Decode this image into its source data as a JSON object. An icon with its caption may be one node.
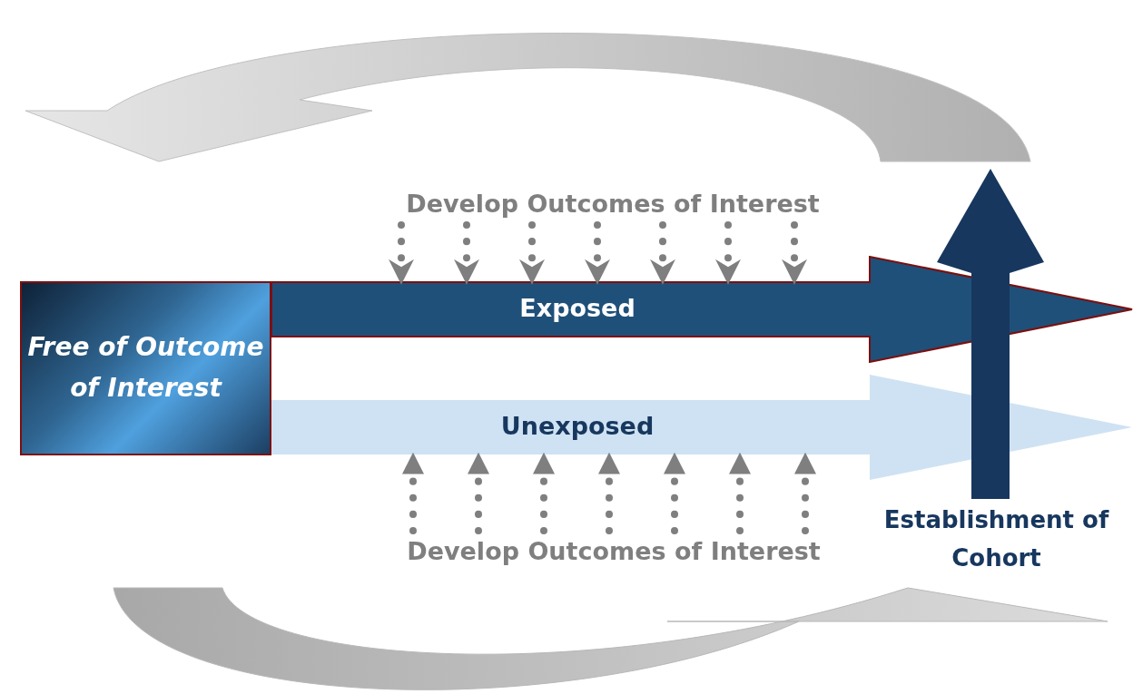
{
  "diagram": {
    "nodes": [
      {
        "text": [
          "Free of Outcome of Interest"
        ]
      },
      {
        "text": [
          "Exposed"
        ]
      },
      {
        "text": [
          "Unexposed"
        ]
      },
      {
        "text": [
          "Develop Outcomes of Interest"
        ]
      },
      {
        "text": [
          "Develop Outcomes of Interest"
        ]
      },
      {
        "text": [
          "Establishment of Cohort"
        ]
      }
    ],
    "edges": [
      {
        "from": 3,
        "to": 1,
        "arrow": "to",
        "style": "dashed"
      },
      {
        "from": 3,
        "to": 1,
        "arrow": "to",
        "style": "dashed"
      },
      {
        "from": 3,
        "to": 1,
        "arrow": "to",
        "style": "dashed"
      },
      {
        "from": 3,
        "to": 1,
        "arrow": "to",
        "style": "dashed"
      },
      {
        "from": 3,
        "to": 1,
        "arrow": "to",
        "style": "dashed"
      },
      {
        "from": 3,
        "to": 1,
        "arrow": "to",
        "style": "dashed"
      },
      {
        "from": 3,
        "to": 1,
        "arrow": "to",
        "style": "dashed"
      },
      {
        "from": 4,
        "to": 2,
        "arrow": "to",
        "style": "dashed"
      },
      {
        "from": 4,
        "to": 2,
        "arrow": "to",
        "style": "dashed"
      },
      {
        "from": 4,
        "to": 2,
        "arrow": "to",
        "style": "dashed"
      },
      {
        "from": 4,
        "to": 2,
        "arrow": "to",
        "style": "dashed"
      },
      {
        "from": 4,
        "to": 2,
        "arrow": "to",
        "style": "dashed"
      },
      {
        "from": 4,
        "to": 2,
        "arrow": "to",
        "style": "dashed"
      },
      {
        "from": 4,
        "to": 2,
        "arrow": "to",
        "style": "dashed"
      },
      {
        "from": 5,
        "to": null,
        "arrow": "to",
        "style": "thick",
        "color": "#17375e"
      }
    ]
  }
}
